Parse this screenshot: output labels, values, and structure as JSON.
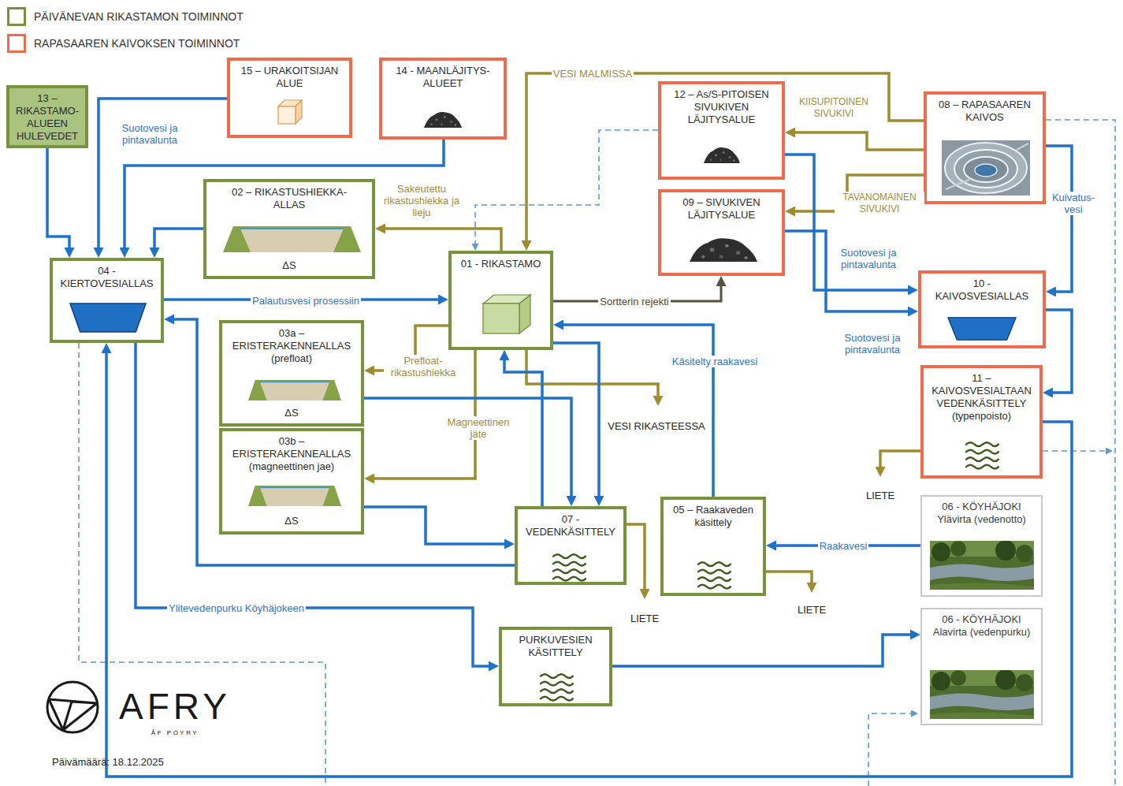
{
  "diagram": {
    "nodes": [
      {
        "text": [
          "13 – RIKASTAMO-ALUEEN HULEVEDET"
        ]
      },
      {
        "text": [
          "15 – URAKOITSIJAN ALUE"
        ]
      },
      {
        "text": [
          "14 - MAANLÄJITYS-ALUEET"
        ]
      },
      {
        "text": [
          "12 – As/S-PITOISEN SIVUKIVEN LÄJITYSALUE"
        ]
      },
      {
        "text": [
          "08 – RAPASAAREN KAIVOS"
        ]
      },
      {
        "text": [
          "09 – SIVUKIVEN LÄJITYSALUE"
        ]
      },
      {
        "text": [
          "02 – RIKASTUSHIEKKA-ALLAS",
          "ΔS"
        ]
      },
      {
        "text": [
          "04 - KIERTOVESIALLAS"
        ]
      },
      {
        "text": [
          "01 - RIKASTAMO"
        ]
      },
      {
        "text": [
          "10 - KAIVOSVESIALLAS"
        ]
      },
      {
        "text": [
          "03a – ERISTERAKENNEALLAS (prefloat)",
          "ΔS"
        ]
      },
      {
        "text": [
          "11 – KAIVOSVESIALTAAN VEDENKÄSITTELY (typenpoisto)"
        ]
      },
      {
        "text": [
          "03b – ERISTERAKENNEALLAS (magneettinen jae)",
          "ΔS"
        ]
      },
      {
        "text": [
          "07 - VEDENKÄSITTELY"
        ]
      },
      {
        "text": [
          "05 – Raakaveden käsittely"
        ]
      },
      {
        "text": [
          "06 - KÖYHÄJOKI",
          "Ylävirta (vedenotto)"
        ]
      },
      {
        "text": [
          "PURKUVESIEN KÄSITTELY"
        ]
      },
      {
        "text": [
          "06 - KÖYHÄJOKI",
          "Alavirta (vedenpurku)"
        ]
      }
    ],
    "edges": [
      {
        "from": 0,
        "to": 7,
        "arrow": "to"
      },
      {
        "from": 1,
        "to": 7,
        "arrow": "to",
        "label": "Suotovesi ja pintavalunta"
      },
      {
        "from": 2,
        "to": 7,
        "arrow": "to"
      },
      {
        "from": 6,
        "to": 7,
        "arrow": "to"
      },
      {
        "from": 7,
        "to": 8,
        "arrow": "to",
        "label": "Palautusvesi prosessiin"
      },
      {
        "from": 13,
        "to": 7,
        "arrow": "to"
      },
      {
        "from": 7,
        "to": 16,
        "arrow": "to",
        "label": "Ylitevedenpurku Köyhäjokeen"
      },
      {
        "from": 11,
        "to": 7,
        "arrow": "to"
      },
      {
        "from": 8,
        "to": 6,
        "arrow": "to",
        "label": "Sakeutettu rikastushiekka ja lieju"
      },
      {
        "from": 8,
        "to": 10,
        "arrow": "to",
        "label": "Prefloat-rikastushiekka"
      },
      {
        "from": 8,
        "to": 12,
        "arrow": "to",
        "label": "Magneettinen jäte"
      },
      {
        "from": 8,
        "to": 5,
        "arrow": "to",
        "label": "Sortterin rejekti"
      },
      {
        "from": 8,
        "to": 13,
        "arrow": "to"
      },
      {
        "from": 13,
        "to": 8,
        "arrow": "to"
      },
      {
        "from": 10,
        "to": 13,
        "arrow": "to"
      },
      {
        "from": 12,
        "to": 13,
        "arrow": "to"
      },
      {
        "from": 14,
        "to": 8,
        "arrow": "to",
        "label": "Käsitelty raakavesi"
      },
      {
        "from": 15,
        "to": 14,
        "arrow": "to",
        "label": "Raakavesi"
      },
      {
        "from": 4,
        "to": 8,
        "arrow": "to",
        "label": "VESI MALMISSA"
      },
      {
        "from": 4,
        "to": 3,
        "arrow": "to",
        "label": "KIISUPITOINEN SIVUKIVI"
      },
      {
        "from": 4,
        "to": 5,
        "arrow": "to",
        "label": "TAVANOMAINEN SIVUKIVI"
      },
      {
        "from": 4,
        "to": 9,
        "arrow": "to",
        "label": "Kuivatus-vesi"
      },
      {
        "from": 3,
        "to": 9,
        "arrow": "to",
        "label": "Suotovesi ja pintavalunta"
      },
      {
        "from": 5,
        "to": 9,
        "arrow": "to",
        "label": "Suotovesi ja pintavalunta"
      },
      {
        "from": 9,
        "to": 11,
        "arrow": "to"
      },
      {
        "from": 16,
        "to": 17,
        "arrow": "to"
      },
      {
        "from": 3,
        "to": 8,
        "arrow": "to"
      }
    ],
    "labels": [
      "VESI RIKASTEESSA",
      "LIETE",
      "LIETE",
      "LIETE",
      "AFRY",
      "ÅF PÖYRY",
      "Päivämäärä: 18.12.2025"
    ],
    "legend": [
      {
        "text": "PÄIVÄNEVAN RIKASTAMON TOIMINNOT",
        "color": "#77933c"
      },
      {
        "text": "RAPASAAREN KAIVOKSEN TOIMINNOT",
        "color": "#ef6b4e"
      }
    ]
  }
}
